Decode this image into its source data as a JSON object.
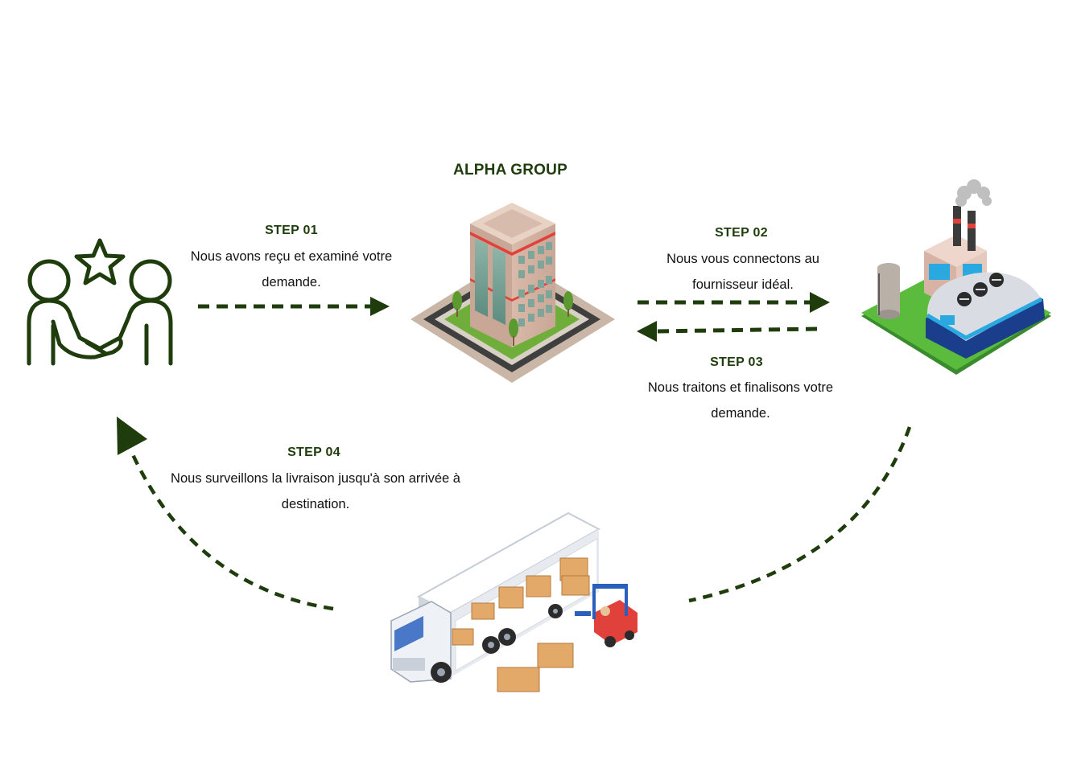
{
  "title": "ALPHA GROUP",
  "colors": {
    "accent": "#1f3d0c",
    "arrow": "#1f3d0c"
  },
  "steps": [
    {
      "label": "STEP 01",
      "text": "Nous avons reçu et examiné votre demande."
    },
    {
      "label": "STEP 02",
      "text": "Nous vous connectons au fournisseur idéal."
    },
    {
      "label": "STEP 03",
      "text": "Nous traitons et finalisons votre demande."
    },
    {
      "label": "STEP 04",
      "text": "Nous surveillons la livraison jusqu'à son arrivée à destination."
    }
  ],
  "icons": {
    "client": "handshake-star-icon",
    "company": "office-building-icon",
    "supplier": "factory-icon",
    "delivery": "delivery-truck-forklift-icon"
  }
}
